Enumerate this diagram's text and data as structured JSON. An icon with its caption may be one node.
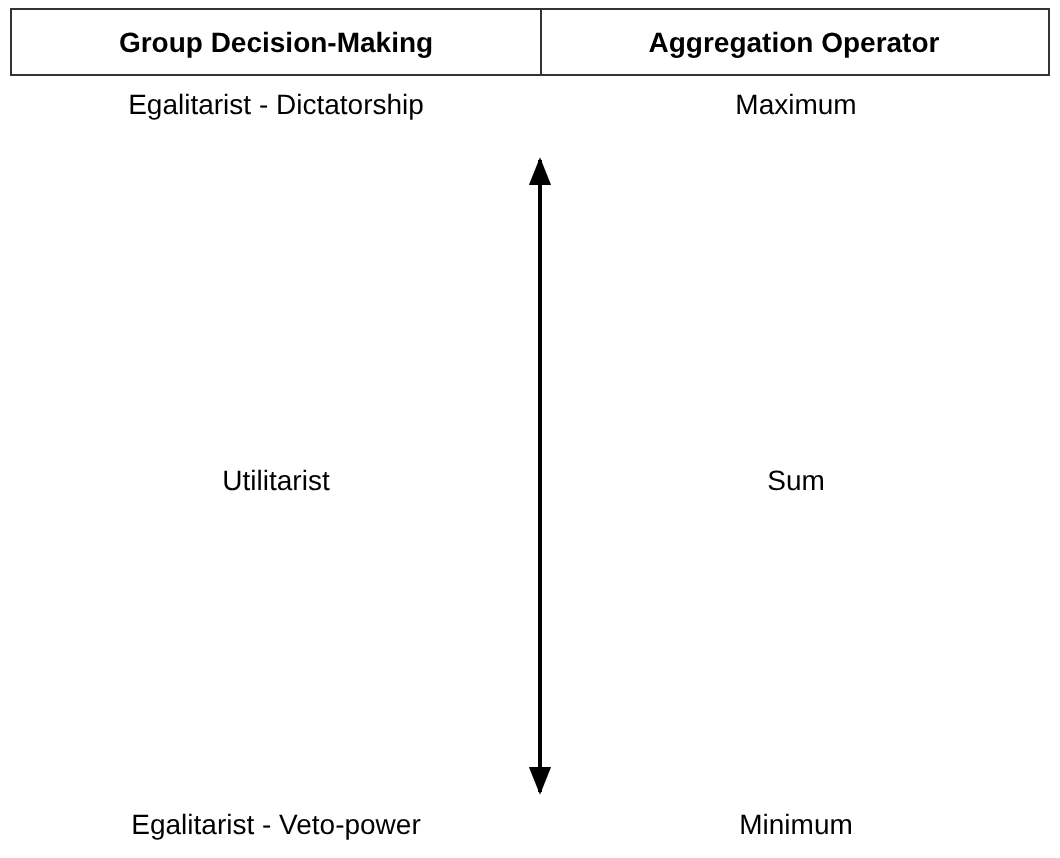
{
  "diagram": {
    "labels": [
      "Group Decision-Making",
      "Aggregation Operator",
      "Egalitarist - Dictatorship",
      "Maximum",
      "Utilitarist",
      "Sum",
      "Egalitarist - Veto-power",
      "Minimum"
    ]
  }
}
